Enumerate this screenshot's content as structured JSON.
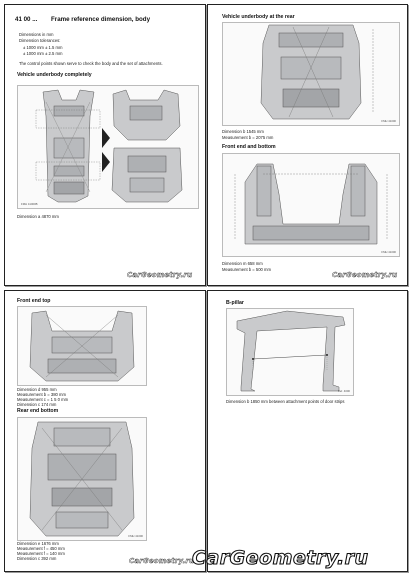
{
  "page1": {
    "section_number": "41 00 ...",
    "title": "Frame reference dimension, body",
    "lines": [
      "Dimensions in mm",
      "Dimension tolerances:",
      "± 1000 mm ± 1.5 mm",
      "± 1000 mm ± 2.5 mm"
    ],
    "control_note": "The control points shown serve to check the body and the set of attachments.",
    "subheading": "Vehicle underbody completely",
    "dimension": "Dimension a 4870 mm",
    "figure_ref": "FMH 41000B",
    "watermark": "CarGeometry.ru"
  },
  "page2": {
    "heading_top": "Vehicle underbody at the rear",
    "dimension_lines_top": [
      "Dimension b 1545 mm",
      "Measurement b = 2075 mm"
    ],
    "heading_front": "Front end and bottom",
    "dimension_lines_front": [
      "Dimension m 658 mm",
      "Measurement b = 500 mm"
    ],
    "figure_ref": "FMH 41000",
    "watermark": "CarGeometry.ru"
  },
  "page3": {
    "heading_top": "Front end top",
    "dimension_lines_top": [
      "Dimension d 955 mm",
      "Measurement b = 380 mm",
      "Measurement c = 1 5 0 mm",
      "Dimension c 174 mm"
    ],
    "heading_bottom": "Rear end bottom",
    "dimension_lines_bottom": [
      "Dimension e 1676 mm",
      "Measurement f = 450 mm",
      "Measurement f = 140 mm",
      "Dimension c 392 mm"
    ],
    "figure_ref": "FMH 41000",
    "watermark": "CarGeometry.ru"
  },
  "page4": {
    "heading": "B-pillar",
    "dimension_note": "Dimension b 1850 mm between attachment points of door strips",
    "figure_ref": "Ref. 4000",
    "watermark": "CarGeometry.ru"
  },
  "big_watermark": "CarGeometry.ru",
  "colors": {
    "paper": "#ffffff",
    "ink": "#111111",
    "figure_bg": "#f4f4f4",
    "body_metal": "#c9cacc"
  }
}
